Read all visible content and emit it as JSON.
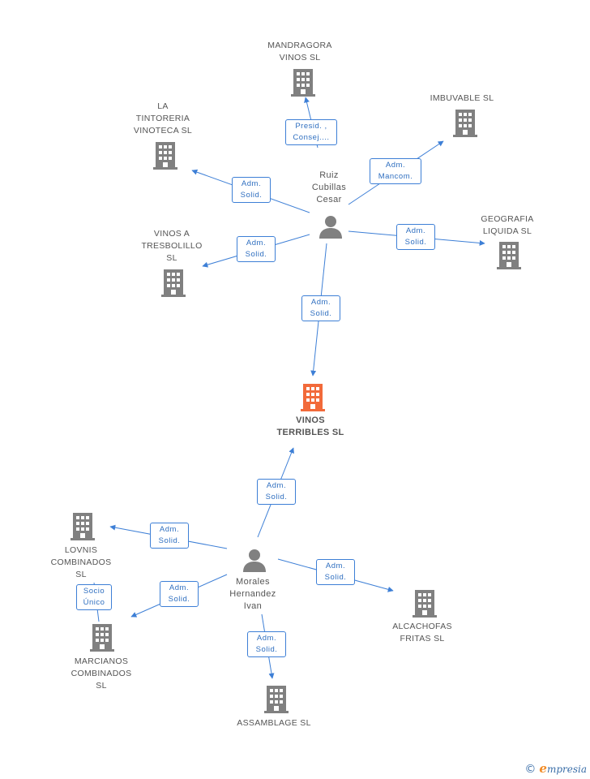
{
  "colors": {
    "edge": "#3d7fd6",
    "building": "#808080",
    "focus_building": "#f26a3a",
    "person": "#808080"
  },
  "companies": {
    "mandragora": "MANDRAGORA\nVINOS SL",
    "imbuvable": "IMBUVABLE SL",
    "tintoreria": "LA\nTINTORERIA\nVINOTECA SL",
    "geografia": "GEOGRAFIA\nLIQUIDA SL",
    "tresbolillo": "VINOS A\nTRESBOLILLO\nSL",
    "vinos_terribles": "VINOS\nTERRIBLES SL",
    "lovnis": "LOVNIS\nCOMBINADOS\nSL",
    "marcianos": "MARCIANOS\nCOMBINADOS\nSL",
    "alcachofas": "ALCACHOFAS\nFRITAS SL",
    "assamblage": "ASSAMBLAGE SL"
  },
  "persons": {
    "ruiz": "Ruiz\nCubillas\nCesar",
    "morales": "Morales\nHernandez\nIvan"
  },
  "edge_labels": {
    "ruiz_mandragora": "Presid. ,\nConsej....",
    "ruiz_imbuvable": "Adm.\nMancom.",
    "ruiz_tintoreria": "Adm.\nSolid.",
    "ruiz_geografia": "Adm.\nSolid.",
    "ruiz_tresbolillo": "Adm.\nSolid.",
    "ruiz_terribles": "Adm.\nSolid.",
    "morales_terribles": "Adm.\nSolid.",
    "morales_lovnis": "Adm.\nSolid.",
    "morales_marcianos": "Adm.\nSolid.",
    "morales_alcachofas": "Adm.\nSolid.",
    "morales_assamblage": "Adm.\nSolid.",
    "lovnis_marcianos": "Socio\nÚnico"
  },
  "footer": {
    "copyright": "©",
    "brand_initial": "e",
    "brand_rest": "mpresia"
  }
}
